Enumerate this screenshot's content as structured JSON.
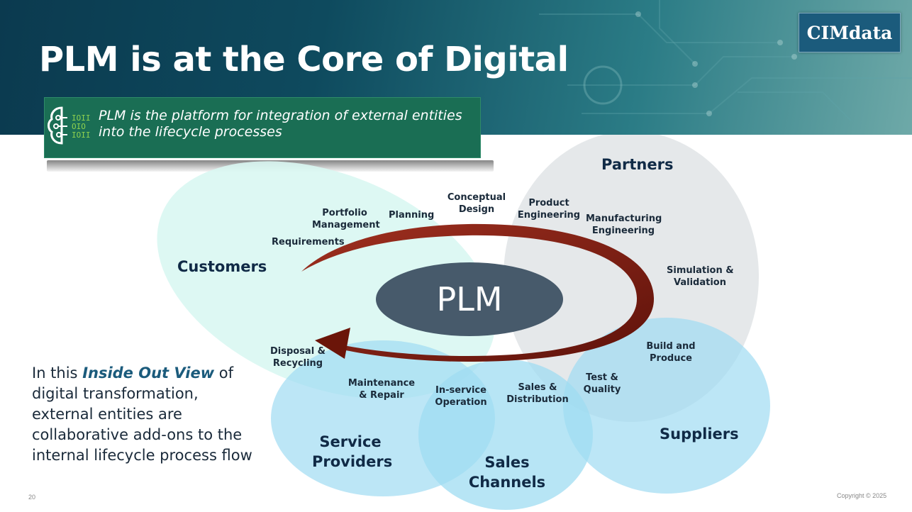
{
  "slide": {
    "title": "PLM is at the Core of Digital",
    "logo": "CIMdata",
    "callout": {
      "text": "PLM is the platform for integration of external entities into the lifecycle processes",
      "icon": "brain-binary-icon"
    },
    "center_label": "PLM",
    "entities": {
      "customers": "Customers",
      "partners": "Partners",
      "service_providers": [
        "Service",
        "Providers"
      ],
      "sales_channels": [
        "Sales",
        "Channels"
      ],
      "suppliers": "Suppliers"
    },
    "stages": {
      "requirements": "Requirements",
      "portfolio": [
        "Portfolio",
        "Management"
      ],
      "planning": "Planning",
      "conceptual": [
        "Conceptual",
        "Design"
      ],
      "product_eng": [
        "Product",
        "Engineering"
      ],
      "manufacturing_eng": [
        "Manufacturing",
        "Engineering"
      ],
      "simulation": [
        "Simulation &",
        "Validation"
      ],
      "build": [
        "Build and",
        "Produce"
      ],
      "test": [
        "Test &",
        "Quality"
      ],
      "sales_dist": [
        "Sales &",
        "Distribution"
      ],
      "inservice": [
        "In-service",
        "Operation"
      ],
      "maintenance": [
        "Maintenance",
        "& Repair"
      ],
      "disposal": [
        "Disposal &",
        "Recycling"
      ]
    },
    "description": {
      "before": "In this ",
      "highlight": "Inside Out View",
      "after": " of digital transformation, external entities are collaborative add-ons to the internal lifecycle process flow"
    },
    "page_number": "20",
    "copyright": "Copyright © 2025",
    "colors": {
      "banner": "#0e4a5e",
      "callout": "#1a6e54",
      "arrow": "#7a1a10",
      "plm_ellipse": "#475a6b",
      "customers_fill": "#d9f7f2",
      "partners_fill": "#e3e6e8",
      "blue_fill": "#9fdcf2",
      "title_text": "#ffffff"
    }
  }
}
